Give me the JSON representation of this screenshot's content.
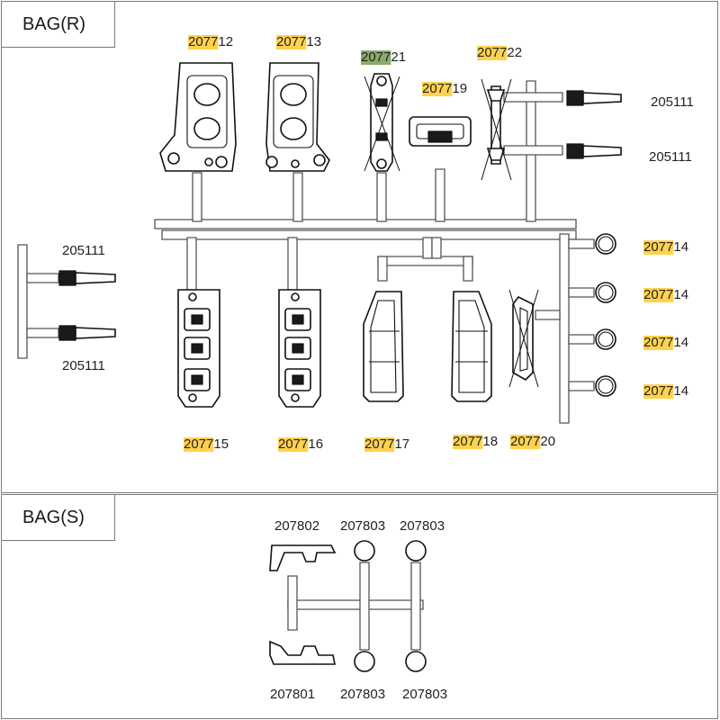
{
  "sections": {
    "bag_r": {
      "title": "BAG(R)"
    },
    "bag_s": {
      "title": "BAG(S)"
    }
  },
  "highlight_colors": {
    "yellow": "#ffd24d",
    "green": "#8bab6b"
  },
  "labels_r": [
    {
      "prefix": "2077",
      "suffix": "12",
      "highlight": "yellow"
    },
    {
      "prefix": "2077",
      "suffix": "13",
      "highlight": "yellow"
    },
    {
      "prefix": "2077",
      "suffix": "21",
      "highlight": "green"
    },
    {
      "prefix": "2077",
      "suffix": "22",
      "highlight": "yellow"
    },
    {
      "prefix": "2077",
      "suffix": "19",
      "highlight": "yellow"
    },
    {
      "prefix": "",
      "suffix": "205111",
      "highlight": "none"
    },
    {
      "prefix": "",
      "suffix": "205111",
      "highlight": "none"
    },
    {
      "prefix": "",
      "suffix": "205111",
      "highlight": "none"
    },
    {
      "prefix": "",
      "suffix": "205111",
      "highlight": "none"
    },
    {
      "prefix": "2077",
      "suffix": "14",
      "highlight": "yellow"
    },
    {
      "prefix": "2077",
      "suffix": "14",
      "highlight": "yellow"
    },
    {
      "prefix": "2077",
      "suffix": "14",
      "highlight": "yellow"
    },
    {
      "prefix": "2077",
      "suffix": "14",
      "highlight": "yellow"
    },
    {
      "prefix": "2077",
      "suffix": "15",
      "highlight": "yellow"
    },
    {
      "prefix": "2077",
      "suffix": "16",
      "highlight": "yellow"
    },
    {
      "prefix": "2077",
      "suffix": "17",
      "highlight": "yellow"
    },
    {
      "prefix": "2077",
      "suffix": "18",
      "highlight": "yellow"
    },
    {
      "prefix": "2077",
      "suffix": "20",
      "highlight": "yellow"
    }
  ],
  "labels_s": [
    "207802",
    "207803",
    "207803",
    "207801",
    "207803",
    "207803"
  ]
}
